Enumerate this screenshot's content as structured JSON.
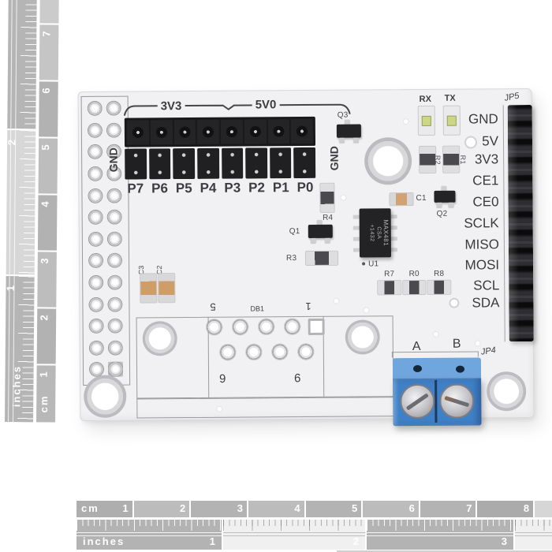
{
  "board": {
    "power_rails": {
      "left": "3V3",
      "right": "5V0"
    },
    "gnd_left": "GND",
    "gnd_right": "GND",
    "port_pins": [
      "P7",
      "P6",
      "P5",
      "P4",
      "P3",
      "P2",
      "P1",
      "P0"
    ],
    "jp5": {
      "label": "JP5",
      "pins": [
        "GND",
        "5V",
        "3V3",
        "CE1",
        "CE0",
        "SCLK",
        "MISO",
        "MOSI",
        "SCL",
        "SDA"
      ]
    },
    "jp4": {
      "label": "JP4",
      "terminal_a": "A",
      "terminal_b": "B"
    },
    "db1": {
      "label": "DB1",
      "pin5": "5",
      "pin1": "1",
      "pin6": "6",
      "pin9": "9"
    },
    "refs": {
      "u1": "U1",
      "q1": "Q1",
      "q2": "Q2",
      "q3": "Q3",
      "r1": "R1",
      "r2": "R2",
      "r3": "R3",
      "r4": "R4",
      "r7": "R7",
      "r0": "R0",
      "r8": "R8",
      "c1": "C1",
      "c2": "C2",
      "c3": "C3"
    },
    "u1_marking": {
      "line1": "MAX481",
      "line2": "CSA",
      "line3": "+1432"
    },
    "leds": {
      "rx": "RX",
      "tx": "TX"
    }
  },
  "rulers": {
    "left": {
      "unit_inches": "inches",
      "unit_cm": "cm",
      "cm_numbers": [
        "1",
        "2",
        "3",
        "4",
        "5",
        "6",
        "7"
      ],
      "inch_numbers": [
        "1",
        "2"
      ]
    },
    "bottom": {
      "unit_cm": "cm",
      "unit_inches": "inches",
      "cm_numbers": [
        "1",
        "2",
        "3",
        "4",
        "5",
        "6",
        "7",
        "8"
      ],
      "inch_numbers": [
        "1",
        "2",
        "3"
      ]
    }
  },
  "colors": {
    "board": "#f1f1f3",
    "silk_text": "#3d3d41",
    "header_black": "#1c1c1e",
    "terminal_blue": "#4285cd",
    "ruler_gray": "#b4b4b4",
    "led_die": "#ccd685",
    "cap_tan": "#d0a274"
  }
}
